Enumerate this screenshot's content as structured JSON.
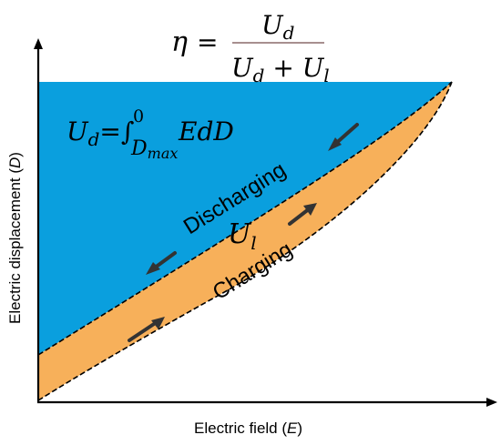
{
  "colors": {
    "stored_region": "#0a9fde",
    "loss_region": "#f7b05a",
    "axis": "#000000",
    "arrow": "#333333",
    "fraction_bar": "#8a6a6a"
  },
  "efficiency": {
    "symbol": "η",
    "equals": "=",
    "numerator": "U",
    "numerator_sub": "d",
    "denominator": "U",
    "denominator_sub": "d",
    "plus": " + ",
    "denominator_2": "U",
    "denominator_2_sub": "l"
  },
  "stored_energy": {
    "symbol": "U",
    "symbol_sub": "d",
    "equals": "=∫",
    "upper_limit": "0",
    "lower_limit": "D",
    "lower_limit_sub": "max",
    "integrand": " EdD"
  },
  "loss_label": {
    "symbol": "U",
    "symbol_sub": "l"
  },
  "curve_labels": {
    "discharging": "Discharging",
    "charging": "Charging"
  },
  "axes": {
    "x_label_prefix": "Electric field (",
    "x_label_var": "E",
    "x_label_suffix": ")",
    "y_label_prefix": "Electric displacement (",
    "y_label_var": "D",
    "y_label_suffix": ")"
  }
}
